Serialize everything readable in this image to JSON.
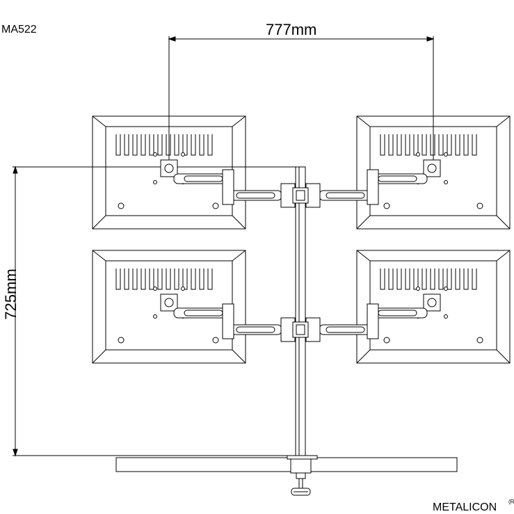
{
  "model": "MA522",
  "brand": "METALICON",
  "brand_mark": "(R",
  "dimensions": {
    "width_label": "777mm",
    "height_label": "725mm"
  },
  "colors": {
    "line": "#000000",
    "background": "#ffffff"
  }
}
